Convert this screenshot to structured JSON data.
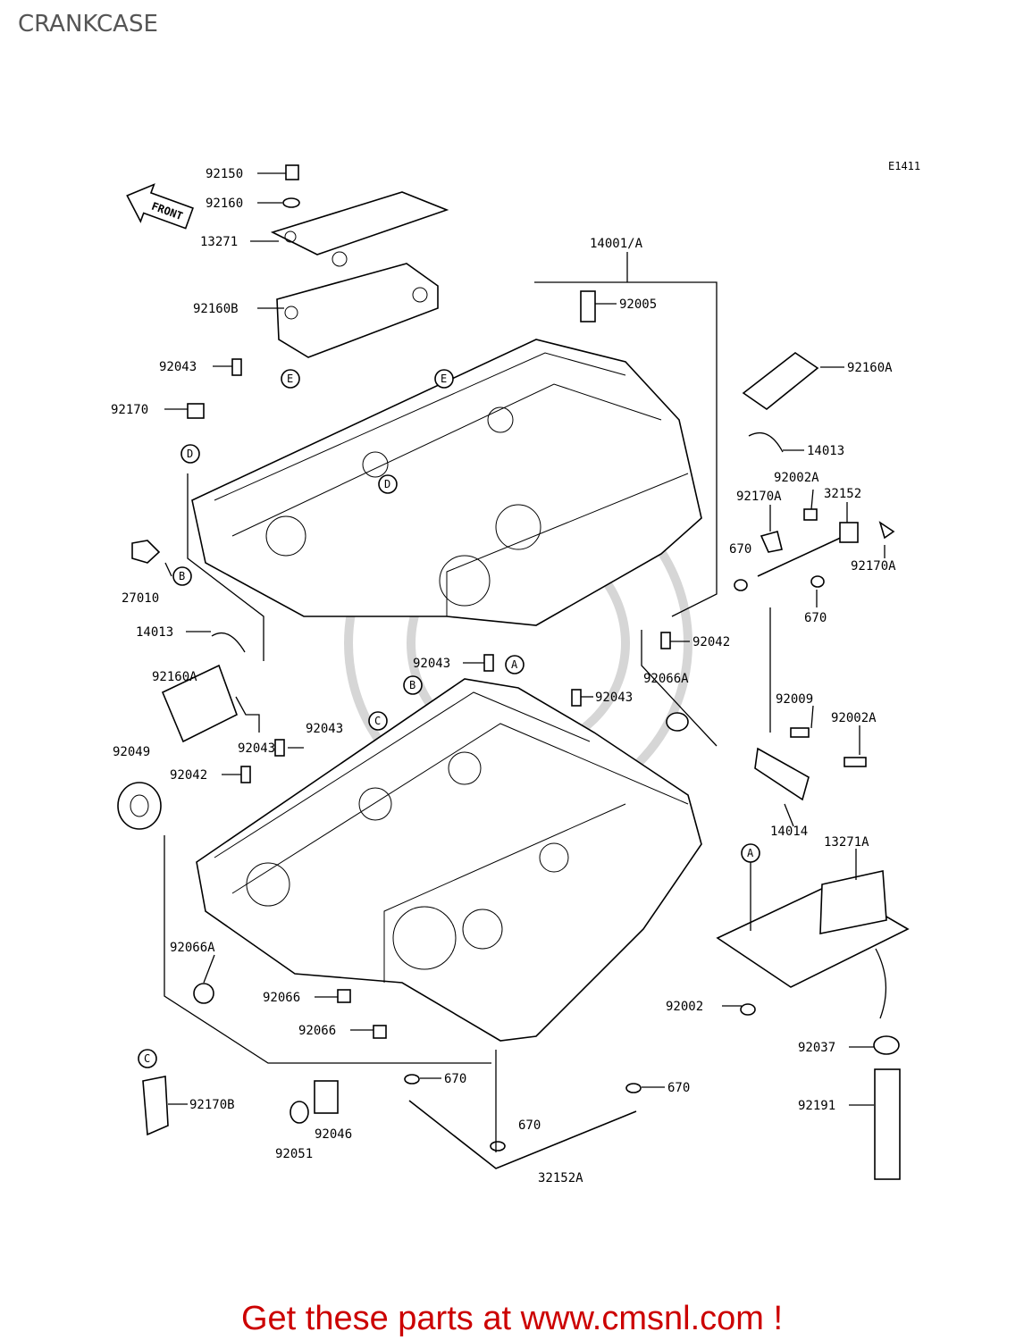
{
  "page_title": "CRANKCASE",
  "figure_code": "E1411",
  "front_label": "FRONT",
  "promo": "Get these parts at www.cmsnl.com !",
  "colors": {
    "promo": "#cc0000",
    "title": "#555555"
  },
  "ref_markers": [
    "A",
    "B",
    "C",
    "D",
    "E"
  ],
  "parts": [
    "92150",
    "92160",
    "13271",
    "92160B",
    "92043",
    "92170",
    "27010",
    "14013",
    "92160A",
    "92049",
    "92042",
    "92043",
    "92066A",
    "92066",
    "92066",
    "92170B",
    "92051",
    "92046",
    "670",
    "670",
    "670",
    "32152A",
    "14001/A",
    "92005",
    "92160A",
    "14013",
    "92002A",
    "92170A",
    "32152",
    "670",
    "92170A",
    "670",
    "92042",
    "92043",
    "92043",
    "92043",
    "92066A",
    "92009",
    "92002A",
    "14014",
    "13271A",
    "92002",
    "92037",
    "92191"
  ]
}
